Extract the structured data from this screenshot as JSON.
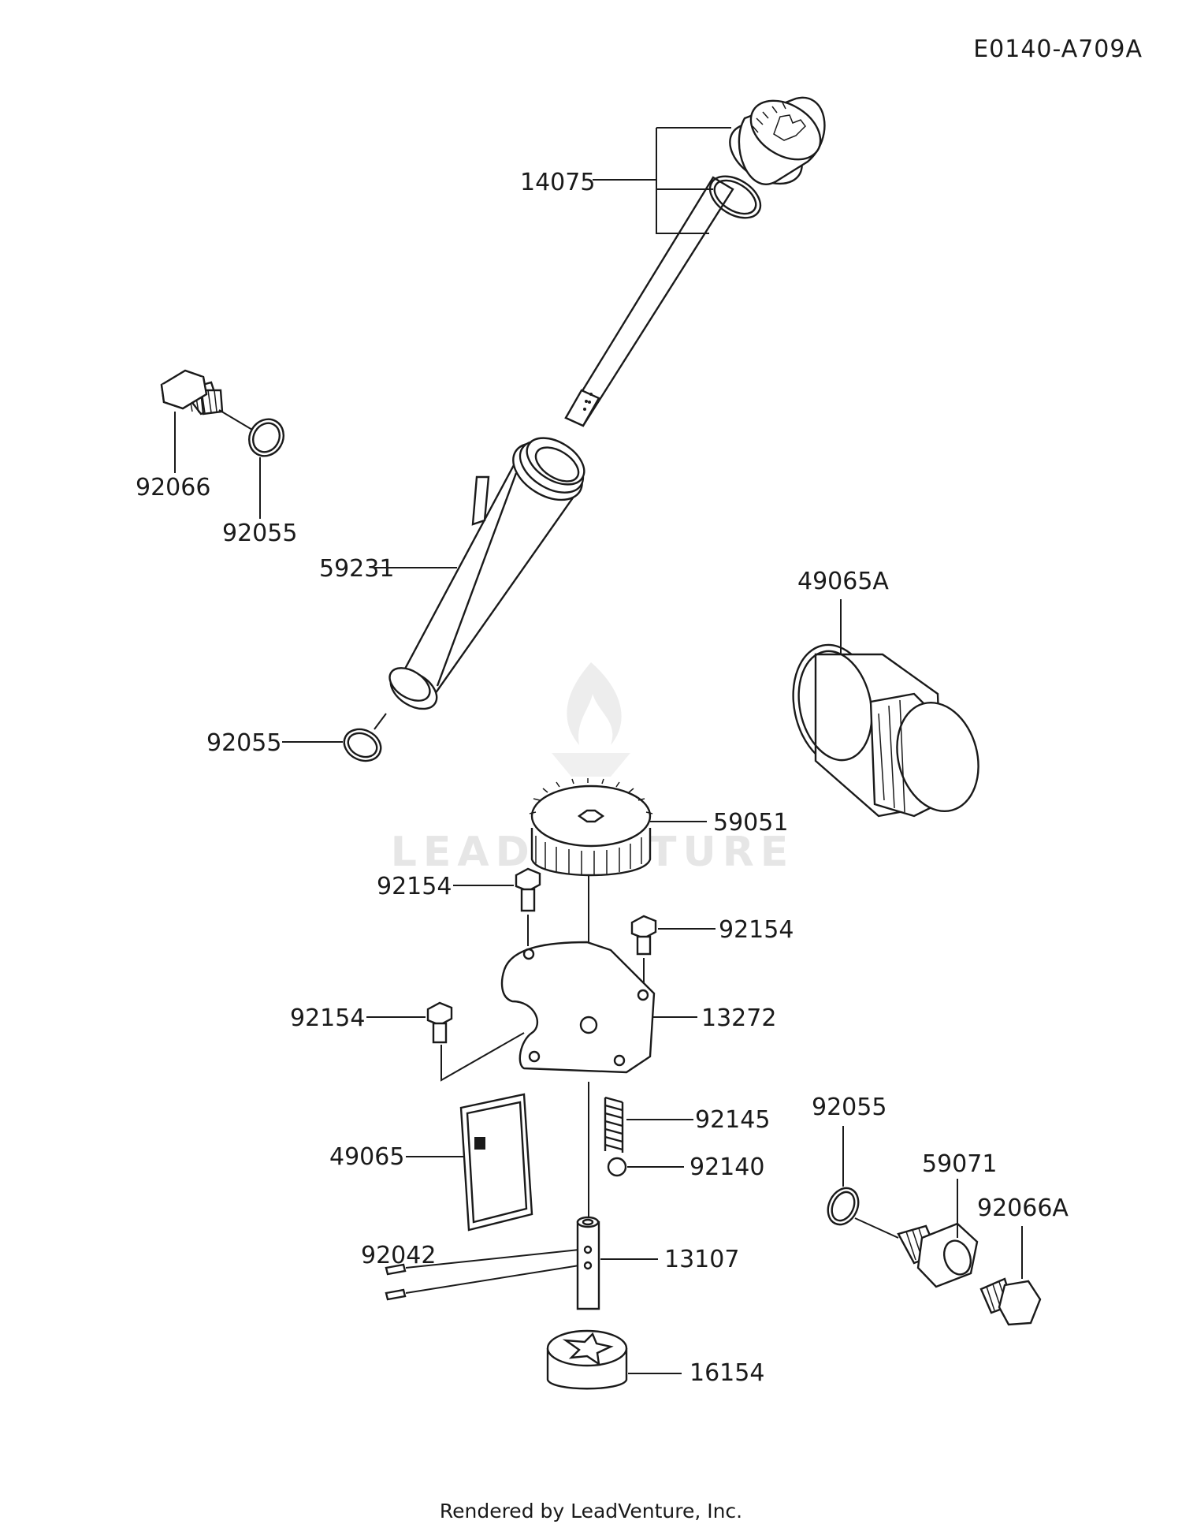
{
  "diagram_code": "E0140-A709A",
  "credit": "Rendered by LeadVenture, Inc.",
  "watermark": "LEADVENTURE",
  "parts": {
    "p14075": "14075",
    "p92066": "92066",
    "p92055_top": "92055",
    "p59231": "59231",
    "p92055_mid": "92055",
    "p49065A": "49065A",
    "p59051": "59051",
    "p92154_a": "92154",
    "p92154_b": "92154",
    "p92154_c": "92154",
    "p13272": "13272",
    "p92145": "92145",
    "p92140": "92140",
    "p49065": "49065",
    "p92042": "92042",
    "p13107": "13107",
    "p16154": "16154",
    "p92055_right": "92055",
    "p59071": "59071",
    "p92066A": "92066A"
  }
}
